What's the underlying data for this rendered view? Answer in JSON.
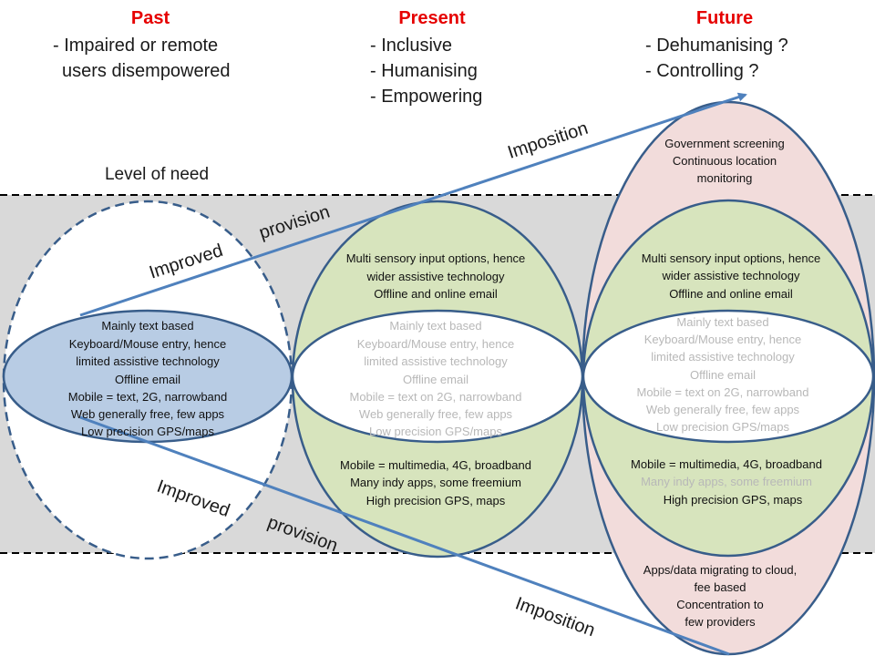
{
  "columns": {
    "past": {
      "title": "Past",
      "items": [
        "- Impaired or remote",
        "users disempowered"
      ]
    },
    "present": {
      "title": "Present",
      "items": [
        "- Inclusive",
        "- Humanising",
        "- Empowering"
      ]
    },
    "future": {
      "title": "Future",
      "items": [
        "- Dehumanising ?",
        "- Controlling ?"
      ]
    }
  },
  "level_of_need": "Level of need",
  "arrow_labels": {
    "improved_top": "Improved",
    "provision_top": "provision",
    "imposition_top": "Imposition",
    "improved_bottom": "Improved",
    "provision_bottom": "provision",
    "imposition_bottom": "Imposition"
  },
  "past_core": [
    "Mainly text based",
    "Keyboard/Mouse entry,  hence",
    "limited assistive technology",
    "Offline email",
    "Mobile = text, 2G, narrowband",
    "Web generally free, few apps",
    "Low precision GPS/maps"
  ],
  "present_top": [
    "Multi sensory input options, hence",
    "wider assistive technology",
    "Offline and online email"
  ],
  "present_core": [
    "Mainly text based",
    "Keyboard/Mouse entry,  hence",
    "limited assistive technology",
    "Offline email",
    "Mobile = text on 2G, narrowband",
    "Web generally free, few apps",
    "Low precision GPS/maps"
  ],
  "present_bottom": [
    "Mobile = multimedia, 4G, broadband",
    "Many indy apps, some freemium",
    "High precision GPS, maps"
  ],
  "future_top": [
    "Government screening",
    "Continuous location",
    "monitoring"
  ],
  "future_upper": [
    "Multi sensory input options, hence",
    "wider assistive technology",
    "Offline and online email"
  ],
  "future_core": [
    "Mainly text based",
    "Keyboard/Mouse entry,  hence",
    "limited assistive technology",
    "Offline email",
    "Mobile = text on 2G, narrowband",
    "Web generally free, few apps",
    "Low precision GPS/maps"
  ],
  "future_lower": {
    "line1": "Mobile = multimedia, 4G, broadband",
    "line2": "Many indy apps, some freemium",
    "line3": "High precision GPS, maps"
  },
  "future_bottom": [
    "Apps/data migrating to cloud,",
    "fee based",
    "Concentration to",
    "few providers"
  ],
  "colors": {
    "red_title": "#e60000",
    "blue_fill": "#b8cce4",
    "green_fill": "#d7e4bd",
    "pink_fill": "#f2dcdb",
    "outline": "#385d8a",
    "arrow": "#4f81bd",
    "band": "#d9d9d9"
  }
}
